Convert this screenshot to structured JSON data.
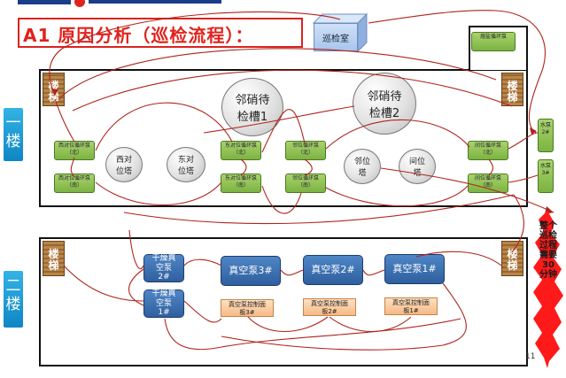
{
  "title": "A1 原因分析（巡检流程）：",
  "inspection_room": "巡检室",
  "floor1": {
    "label": "一楼"
  },
  "floor2": {
    "label": "二楼"
  },
  "stairs": "楼梯",
  "floor1_nodes": {
    "tank1": "邻硝待检槽1",
    "tank2": "邻硝待检槽2",
    "west_tower": "西对位塔",
    "east_tower": "东对位塔",
    "ortho_tower": "邻位塔",
    "meta_tower": "间位塔",
    "pump_w_north": "西对位循环泵（北）",
    "pump_w_south": "西对位循环泵（南）",
    "pump_e_north": "东对位循环泵（北）",
    "pump_e_south": "东对位循环泵（南）",
    "pump_o_north": "邻位循环泵（北）",
    "pump_o_south": "邻位循环泵（南）",
    "pump_m_north": "间位循环泵（北）",
    "pump_m_south": "间位循环泵（南）",
    "pump_top": "熔盐循环泵",
    "water_pump_2": "水泵2#",
    "water_pump_3": "水泵3#"
  },
  "floor2_nodes": {
    "dry_pump_2": "干燥真空泵2#",
    "dry_pump_1": "干燥真空泵1#",
    "vac_pump_3": "真空泵3#",
    "vac_pump_2": "真空泵2#",
    "vac_pump_1": "真空泵1#",
    "panel_3": "真空泵控制面板3#",
    "panel_2": "真空泵控制面板2#",
    "panel_1": "真空泵控制面板1#"
  },
  "annotation": "整个巡检过程需要30分钟",
  "page_number": "11"
}
